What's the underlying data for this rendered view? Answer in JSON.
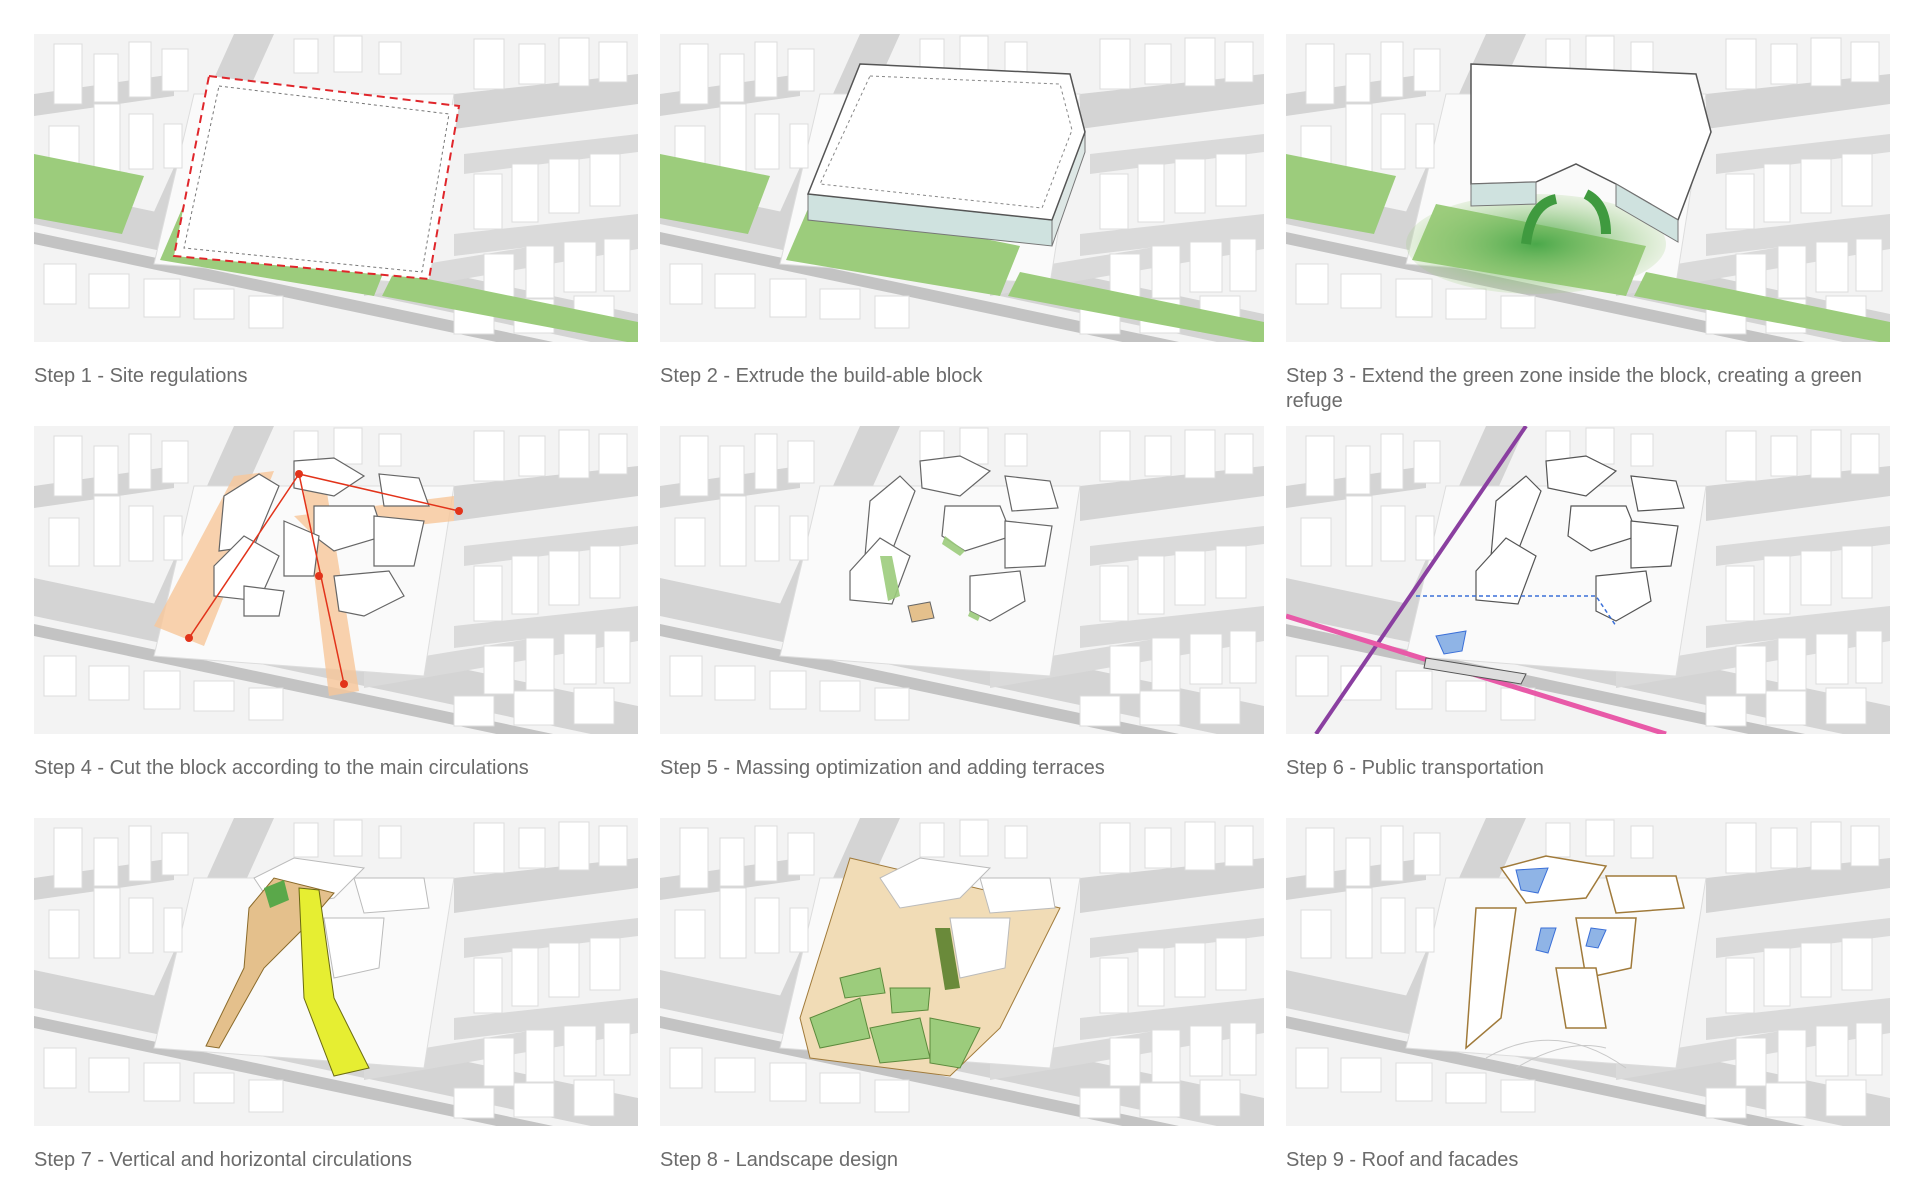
{
  "colors": {
    "ground": "#f3f3f3",
    "road": "#d2d2d2",
    "building": "#ffffff",
    "building_shade": "#e4e6e8",
    "park": "#9ccc7c",
    "boundary": "#e0262b",
    "circulation": "#f08a2a",
    "metro": "#8a3fa0",
    "rail": "#e85aa8",
    "path_yellow": "#e6ee32",
    "path_tan": "#e4c08c",
    "glass": "#8fb4e6"
  },
  "steps": [
    {
      "id": 1,
      "label": "Step 1 - Site regulations"
    },
    {
      "id": 2,
      "label": "Step 2 - Extrude the build-able block"
    },
    {
      "id": 3,
      "label": "Step 3 - Extend the green zone inside the block, creating a green refuge"
    },
    {
      "id": 4,
      "label": "Step 4 - Cut the block according to the main circulations"
    },
    {
      "id": 5,
      "label": "Step 5 - Massing optimization and adding terraces"
    },
    {
      "id": 6,
      "label": "Step 6 - Public transportation"
    },
    {
      "id": 7,
      "label": "Step 7 - Vertical and horizontal circulations"
    },
    {
      "id": 8,
      "label": "Step 8 - Landscape design"
    },
    {
      "id": 9,
      "label": "Step 9 - Roof and facades"
    }
  ]
}
